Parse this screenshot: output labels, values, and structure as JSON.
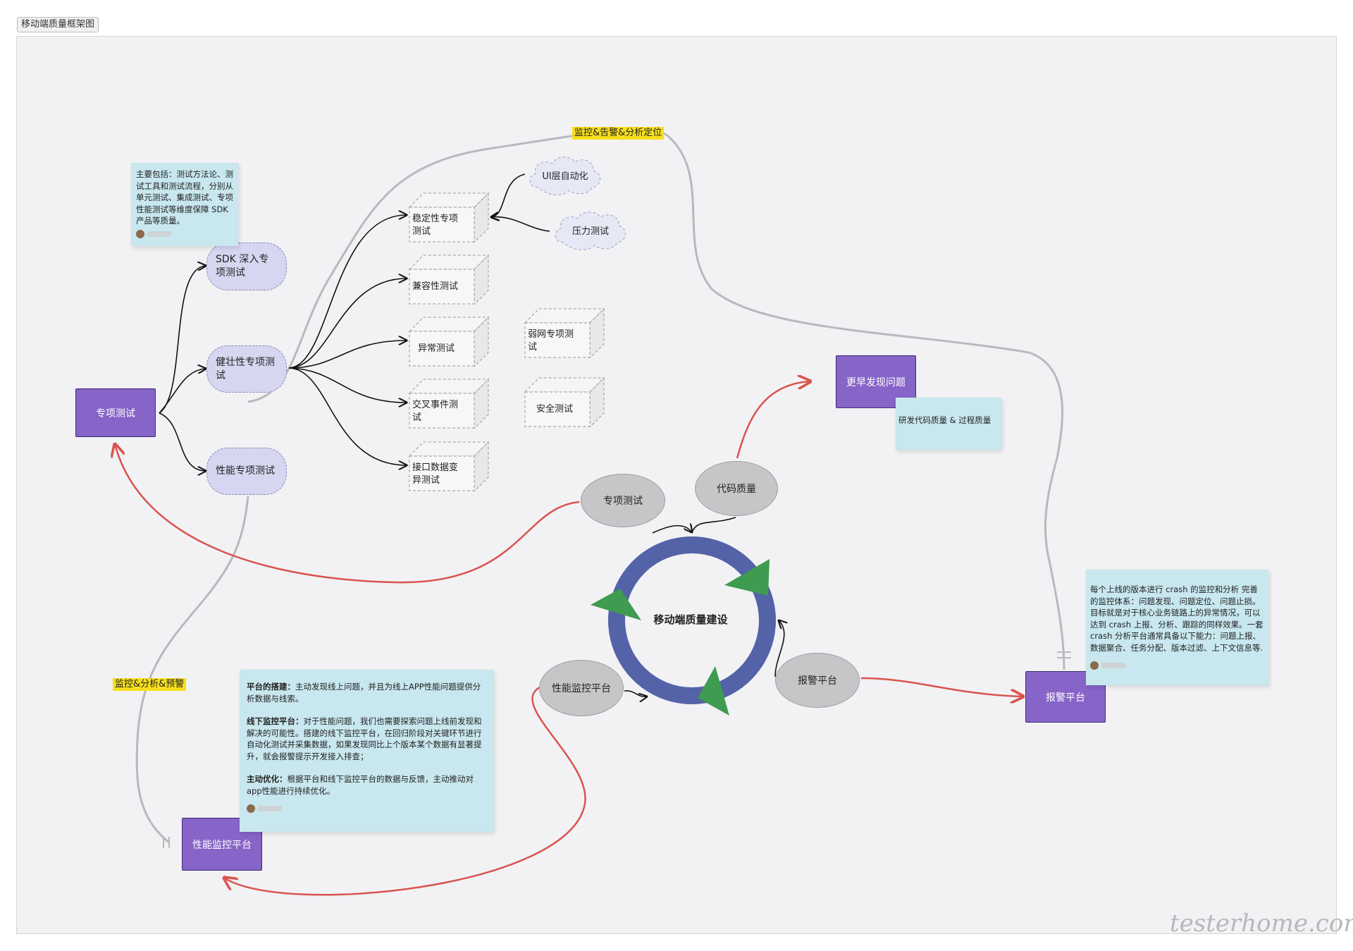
{
  "frame_title": "移动端质量框架图",
  "center": {
    "label": "移动端质量建设",
    "ring_color": "#5462a8",
    "arrow_color": "#3f9b4f"
  },
  "purple_nodes": {
    "special_test": "专项测试",
    "find_early": "更早发现问题",
    "alert_platform": "报警平台",
    "perf_monitor": "性能监控平台"
  },
  "pill_nodes": {
    "sdk": "SDK 深入专项测试",
    "robust": "健壮性专项测试",
    "perf_test": "性能专项测试"
  },
  "cube_nodes": {
    "stability": "稳定性专项测试",
    "compat": "兼容性测试",
    "exception": "异常测试",
    "interaction": "交叉事件测试",
    "api_mutation": "接口数据变异测试",
    "weak_net": "弱网专项测试",
    "security": "安全测试"
  },
  "cloud_nodes": {
    "ui_auto": "UI层自动化",
    "stress": "压力测试"
  },
  "gray_nodes": {
    "special_test": "专项测试",
    "code_quality": "代码质量",
    "perf_monitor": "性能监控平台",
    "alert_platform": "报警平台"
  },
  "tags": {
    "top": "监控&告警&分析定位",
    "left": "监控&分析&预警"
  },
  "notes": {
    "top_left": "主要包括：测试方法论、测试工具和测试流程，分别从单元测试、集成测试、专项性能测试等维度保障 SDK 产品等质量。",
    "find_early": "研发代码质量 & 过程质量",
    "alert": "每个上线的版本进行 crash 的监控和分析 完善的监控体系：问题发现、问题定位、问题止损。目标就是对于核心业务链路上的异常情况，可以达到 crash 上报、分析、跟踪的同样效果。一套 crash 分析平台通常具备以下能力：问题上报、数据聚合、任务分配、版本过滤、上下文信息等.",
    "perf": {
      "p1_title": "平台的搭建：",
      "p1_text": "主动发现线上问题，并且为线上APP性能问题提供分析数据与线索。",
      "p2_title": "线下监控平台：",
      "p2_text": "对于性能问题，我们也需要探索问题上线前发现和解决的可能性。搭建的线下监控平台，在回归阶段对关键环节进行自动化测试并采集数据，如果发现同比上个版本某个数据有显著提升，就会报警提示开发接入排查；",
      "p3_title": "主动优化：",
      "p3_text": "根据平台和线下监控平台的数据与反馈，主动推动对app性能进行持续优化。"
    }
  },
  "colors": {
    "purple": "#8764c8",
    "pill": "#d7d6f0",
    "note": "#c8e7ee",
    "tag": "#f7df1c",
    "red_line": "#d9534f",
    "gray_line": "#b9b9bd"
  },
  "watermark": "testerhome.com"
}
